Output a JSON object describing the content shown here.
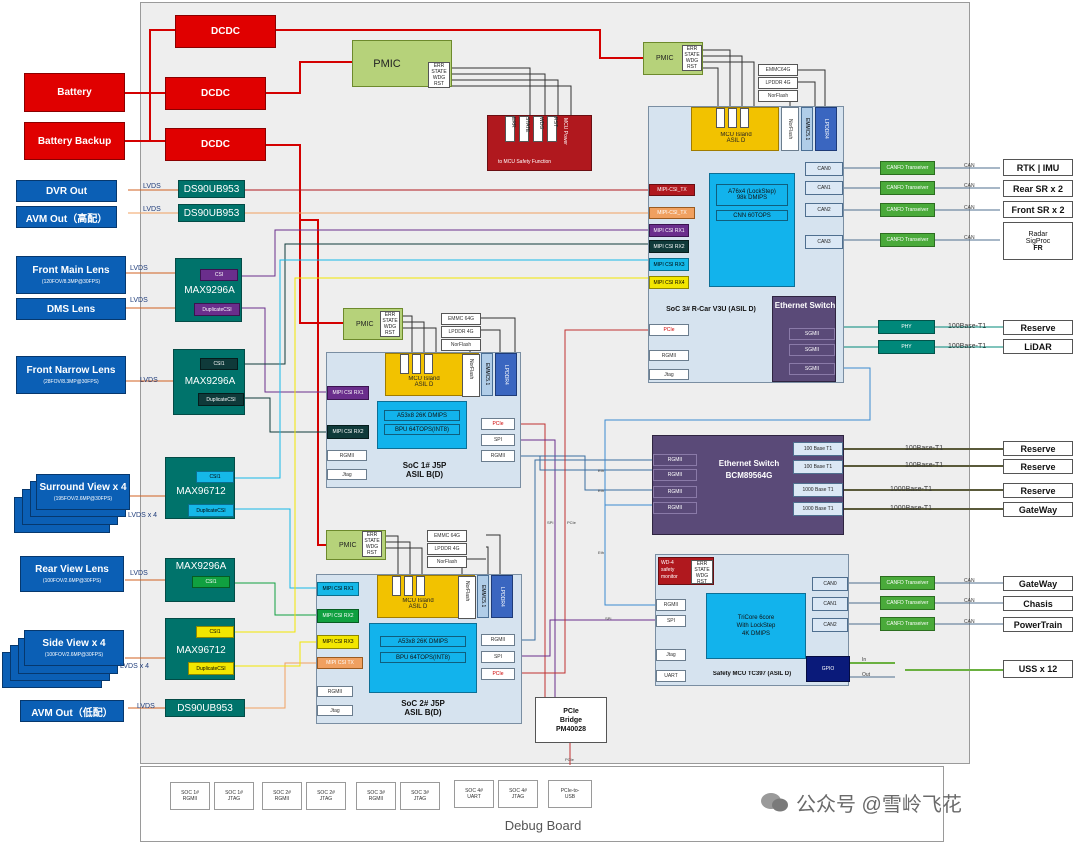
{
  "power": {
    "battery": "Battery",
    "battery_backup": "Battery Backup",
    "dcdc": "DCDC",
    "pmic": "PMIC",
    "pmic_pins": [
      "ERR",
      "STATE",
      "WDG",
      "RST"
    ],
    "mcu_power": "MCU Power",
    "mcu_pins": [
      "ERR",
      "STATE",
      "WDG",
      "RST"
    ],
    "mcu_safety_block": "to MCU Safety Function"
  },
  "left": {
    "dvr_out": "DVR Out",
    "avm_out_high": "AVM Out（高配）",
    "avm_out_low": "AVM Out（低配）",
    "ser": "DS90UB953",
    "front_main": {
      "title": "Front Main Lens",
      "sub": "(120FOV/8.3MP@30FPS)"
    },
    "dms": {
      "title": "DMS Lens"
    },
    "front_narrow": {
      "title": "Front Narrow Lens",
      "sub": "(28FOV/8.3MP@30FPS)"
    },
    "surround": {
      "title": "Surround View x 4",
      "sub": "(195FOV/2.6MP@30FPS)"
    },
    "rear_view": {
      "title": "Rear View Lens",
      "sub": "(100FOV/2.6MP@30FPS)"
    },
    "side_view": {
      "title": "Side View x 4",
      "sub": "(100FOV/2.6MP@30FPS)"
    },
    "lvds": "LVDS",
    "lvds_x4": "LVDS x 4"
  },
  "deser": {
    "max9296a": "MAX9296A",
    "max96712": "MAX96712",
    "csi": "CSI",
    "csi1": "CSI1",
    "dup": "DuplicateCSI"
  },
  "soc1": {
    "title": "SoC 1# J5P",
    "sub": "ASIL B(D)",
    "mcu": "MCU Island",
    "mcu_asil": "ASIL D",
    "cpu": "A53x8 26K DMIPS",
    "bpu": "BPU 64TOPS(INT8)",
    "mipi1": "MIPI CSI RX1",
    "mipi2": "MIPI CSI RX2",
    "rgmii": "RGMII",
    "jtag": "Jtag",
    "pcie": "PCIe",
    "spi": "SPI",
    "rgmii_r": "RGMII",
    "lpddr": "LPDDR4",
    "emmc": "EMMC5.1",
    "pins": [
      "RST",
      "WDG",
      "ERR"
    ],
    "norflash": "NorFlash",
    "mem": [
      "EMMC 64G",
      "LPDDR 4G",
      "NorFlash"
    ]
  },
  "soc2": {
    "title": "SoC 2# J5P",
    "sub": "ASIL B(D)",
    "mcu": "MCU Island",
    "mcu_asil": "ASIL D",
    "cpu": "A53x8 26K DMIPS",
    "bpu": "BPU 64TOPS(INT8)",
    "mipi1": "MIPI CSI RX1",
    "mipi2": "MIPI CSI RX2",
    "mipi3": "MIPI CSI RX3",
    "mipitx": "MIPI CSI TX",
    "rgmii": "RGMII",
    "jtag": "Jtag",
    "rgmii_r": "RGMII",
    "spi": "SPI",
    "pcie": "PCIe",
    "lpddr": "LPDDR4",
    "emmc": "EMMC5.1",
    "pins": [
      "RST",
      "WDG",
      "ERR"
    ],
    "norflash": "NorFlash",
    "mem": [
      "EMMC 64G",
      "LPDDR 4G",
      "NorFlash"
    ]
  },
  "soc3": {
    "title": "SoC 3# R-Car V3U (ASIL D)",
    "mcu": "MCU Island",
    "mcu_asil": "ASIL D",
    "cpu": "A76x4 (LockStep)",
    "cpu2": "98k DMIPS",
    "cnn": "CNN 60TOPS",
    "mipitx1": "MIPI-CSI_TX",
    "mipitx2": "MIPI-CSI_TX",
    "rx1": "MIPI CSI RX1",
    "rx2": "MIPI CSI RX2",
    "rx3": "MIPI CSI RX3",
    "rx4": "MIPI CSI RX4",
    "pcie": "PCIe",
    "rgmii": "RGMII",
    "jtag": "Jtag",
    "norflash": "NorFlash",
    "emmc": "EMMC5.1",
    "lpddr": "LPDDR4",
    "pins": [
      "RST",
      "WDG",
      "ERR"
    ],
    "mem": [
      "EMMC64G",
      "LPDDR 4G",
      "NorFlash"
    ],
    "can": [
      "CAN0",
      "CAN1",
      "CAN2",
      "CAN3"
    ],
    "eth_title": "Ethernet Switch",
    "sgmii": [
      "SGMII",
      "SGMII",
      "SGMII"
    ]
  },
  "can_transceiver": "CANFD Transeiver",
  "can_label": "CAN",
  "phy": "PHY",
  "right": {
    "rtk": "RTK | IMU",
    "rear_sr": "Rear SR x 2",
    "front_sr": "Front SR x 2",
    "radar_l1": "Radar",
    "radar_l2": "SigProc",
    "radar_l3": "FR",
    "reserve": "Reserve",
    "lidar": "LiDAR",
    "gateway": "GateWay",
    "chasis": "Chasis",
    "powertrain": "PowerTrain",
    "uss": "USS x 12",
    "b100t1": "100Base-T1",
    "b1000t1": "1000Base-T1"
  },
  "ethswitch": {
    "title": "Ethernet Switch",
    "model": "BCM89564G",
    "rgmii": [
      "RGMII",
      "RGMII",
      "RGMII",
      "RGMII"
    ],
    "ports": [
      "100 Base T1",
      "100 Base T1",
      "1000 Base T1",
      "1000 Base T1"
    ]
  },
  "safety": {
    "title": "Safety MCU TC397 (ASIL D)",
    "core1": "TriCore 6core",
    "core2": "With LockStep",
    "core3": "4K DMIPS",
    "rgmii": "RGMII",
    "spi": "SPI",
    "jtag": "Jtag",
    "uart": "UART",
    "can": [
      "CAN0",
      "CAN1",
      "CAN2"
    ],
    "gpio": "GPIO",
    "watchdog": "WD-4\nsafety\nmonitor",
    "pins": [
      "ERR",
      "STATE",
      "WDG",
      "RST"
    ],
    "in": "In",
    "out": "Out"
  },
  "pcie_bridge": {
    "l1": "PCIe",
    "l2": "Bridge",
    "l3": "PM40028"
  },
  "labels": {
    "spi": "SPI",
    "pcie": "PCIe",
    "eth": "Eth",
    "mipi": "MIPI",
    "pcie_usb": "PCIe"
  },
  "debug": {
    "title": "Debug Board",
    "items": [
      [
        "SOC 1#",
        "RGMII"
      ],
      [
        "SOC 1#",
        "JTAG"
      ],
      [
        "SOC 2#",
        "RGMII"
      ],
      [
        "SOC 2#",
        "JTAG"
      ],
      [
        "SOC 3#",
        "RGMII"
      ],
      [
        "SOC 3#",
        "JTAG"
      ],
      [
        "SOC 4#",
        "UART"
      ],
      [
        "SOC 4#",
        "JTAG"
      ],
      [
        "PCIe-to-",
        "USB"
      ]
    ]
  },
  "watermark": "公众号 @雪岭飞花",
  "colors": {
    "red": "#e00000",
    "blue": "#0b5fb5",
    "teal": "#00736b",
    "soc": "#d6e3ef",
    "mcu": "#f2c200",
    "core": "#12b3ec",
    "eth": "#5a4a78",
    "canfd": "#4aaa3a"
  }
}
